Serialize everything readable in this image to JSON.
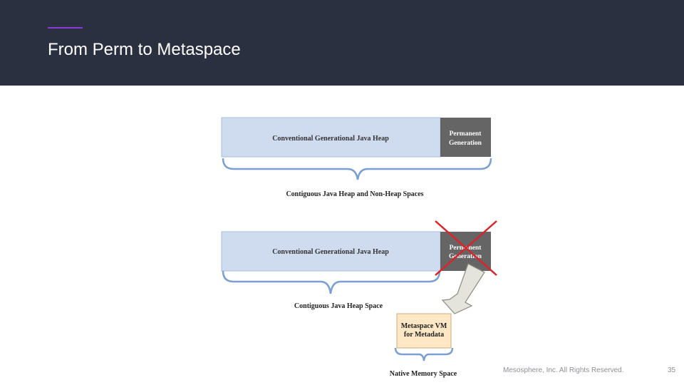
{
  "slide": {
    "title": "From Perm to Metaspace"
  },
  "colors": {
    "header_bg": "#2b3041",
    "accent": "#8b3bd6",
    "heap_fill": "#cfdcef",
    "perm_fill": "#666566",
    "metaspace_fill": "#fde7c4",
    "cross": "#d8242a"
  },
  "diagram": {
    "top": {
      "heap_label": "Conventional Generational Java Heap",
      "perm_label_line1": "Permanent",
      "perm_label_line2": "Generation",
      "brace_label": "Contiguous Java Heap and Non-Heap Spaces"
    },
    "bottom": {
      "heap_label": "Conventional Generational Java Heap",
      "perm_label_line1": "Permanent",
      "perm_label_line2": "Generation",
      "brace_label": "Contiguous Java Heap Space",
      "metaspace_line1": "Metaspace VM",
      "metaspace_line2": "for Metadata",
      "native_label": "Native Memory Space"
    }
  },
  "footer": {
    "copyright": "Mesosphere, Inc. All Rights Reserved.",
    "page_number": "35"
  }
}
